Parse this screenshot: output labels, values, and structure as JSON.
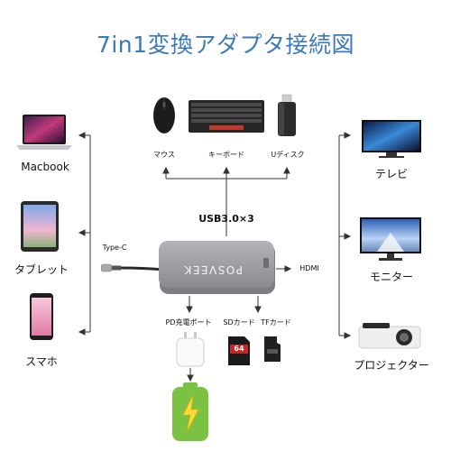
{
  "title": "7in1変換アダプタ接続図",
  "colors": {
    "title": "#3a7ab8",
    "hub_body": "#9a9b9f",
    "hub_top": "#b3b4b8",
    "battery": "#7cc242",
    "sd_card": "#c62828"
  },
  "hub": {
    "brand": "POSVEEK"
  },
  "left_devices": [
    {
      "label": "Macbook",
      "icon": "laptop-icon"
    },
    {
      "label": "タブレット",
      "icon": "tablet-icon"
    },
    {
      "label": "スマホ",
      "icon": "smartphone-icon"
    }
  ],
  "right_devices": [
    {
      "label": "テレビ",
      "icon": "tv-icon"
    },
    {
      "label": "モニター",
      "icon": "monitor-icon"
    },
    {
      "label": "プロジェクター",
      "icon": "projector-icon"
    }
  ],
  "usb_devices": [
    {
      "label": "マウス",
      "icon": "mouse-icon"
    },
    {
      "label": "キーボード",
      "icon": "keyboard-icon"
    },
    {
      "label": "Uディスク",
      "icon": "usb-drive-icon"
    }
  ],
  "ports": {
    "usb": "USB3.0×3",
    "type_c": "Type-C",
    "hdmi": "HDMI",
    "pd": "PD充電ポート",
    "sd": "SDカード",
    "tf": "TFカード"
  },
  "sd_card": {
    "capacity": "64"
  }
}
